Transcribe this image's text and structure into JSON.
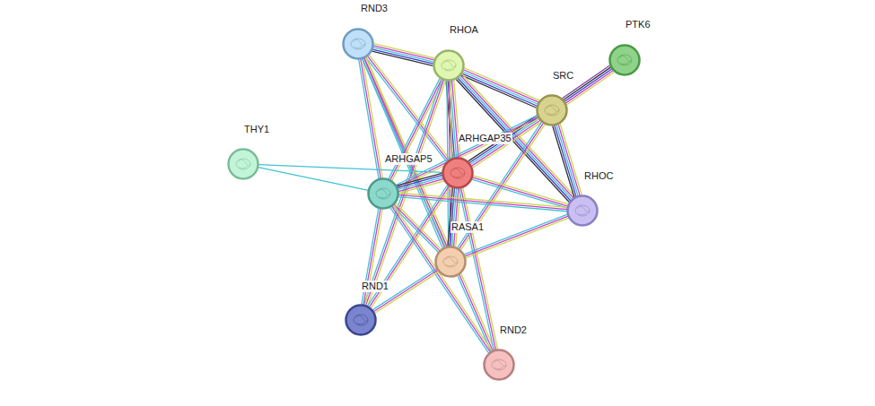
{
  "diagram": {
    "nodes": [
      {
        "text": [
          "RND3"
        ]
      },
      {
        "text": [
          "PTK6"
        ]
      },
      {
        "text": [
          "RHOA"
        ]
      },
      {
        "text": [
          "SRC"
        ]
      },
      {
        "text": [
          "THY1"
        ]
      },
      {
        "text": [
          "ARHGAP35"
        ]
      },
      {
        "text": [
          "ARHGAP5"
        ]
      },
      {
        "text": [
          "RHOC"
        ]
      },
      {
        "text": [
          "RASA1"
        ]
      },
      {
        "text": [
          "RND1"
        ]
      },
      {
        "text": [
          "RND2"
        ]
      }
    ],
    "edges": [
      {
        "from": 0,
        "to": 2,
        "arrow": "none"
      },
      {
        "from": 0,
        "to": 5,
        "arrow": "none"
      },
      {
        "from": 0,
        "to": 6,
        "arrow": "none"
      },
      {
        "from": 0,
        "to": 8,
        "arrow": "none"
      },
      {
        "from": 0,
        "to": 10,
        "arrow": "none"
      },
      {
        "from": 2,
        "to": 3,
        "arrow": "none"
      },
      {
        "from": 2,
        "to": 5,
        "arrow": "none"
      },
      {
        "from": 2,
        "to": 6,
        "arrow": "none"
      },
      {
        "from": 2,
        "to": 8,
        "arrow": "none"
      },
      {
        "from": 2,
        "to": 7,
        "arrow": "none"
      },
      {
        "from": 2,
        "to": 9,
        "arrow": "none"
      },
      {
        "from": 1,
        "to": 3,
        "arrow": "none"
      },
      {
        "from": 3,
        "to": 5,
        "arrow": "none"
      },
      {
        "from": 3,
        "to": 6,
        "arrow": "none"
      },
      {
        "from": 3,
        "to": 7,
        "arrow": "none"
      },
      {
        "from": 3,
        "to": 8,
        "arrow": "none"
      },
      {
        "from": 4,
        "to": 6,
        "arrow": "none"
      },
      {
        "from": 4,
        "to": 5,
        "arrow": "none"
      },
      {
        "from": 5,
        "to": 6,
        "arrow": "none"
      },
      {
        "from": 5,
        "to": 7,
        "arrow": "none"
      },
      {
        "from": 5,
        "to": 8,
        "arrow": "none"
      },
      {
        "from": 5,
        "to": 9,
        "arrow": "none"
      },
      {
        "from": 5,
        "to": 10,
        "arrow": "none"
      },
      {
        "from": 6,
        "to": 7,
        "arrow": "none"
      },
      {
        "from": 6,
        "to": 8,
        "arrow": "none"
      },
      {
        "from": 6,
        "to": 9,
        "arrow": "none"
      },
      {
        "from": 6,
        "to": 10,
        "arrow": "none"
      },
      {
        "from": 7,
        "to": 8,
        "arrow": "none"
      },
      {
        "from": 8,
        "to": 9,
        "arrow": "none"
      }
    ]
  }
}
